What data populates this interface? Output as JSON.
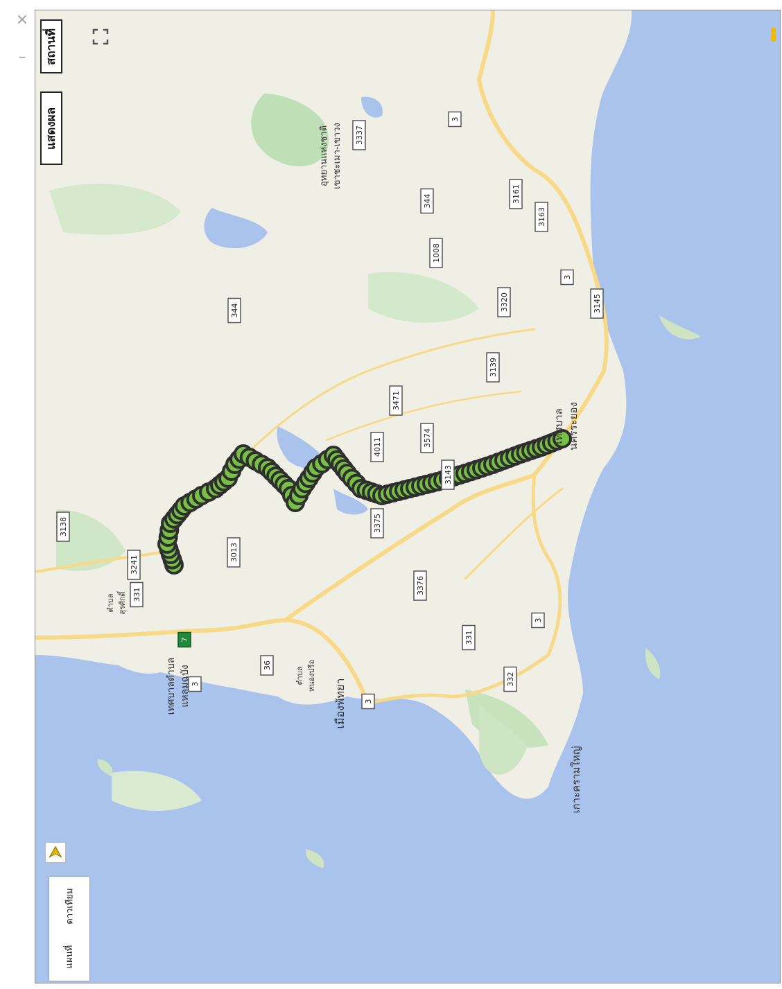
{
  "window": {
    "close_glyph": "×",
    "minimize_glyph": "–"
  },
  "controls": {
    "places_label": "สถานที่",
    "display_label": "แสดงผล",
    "map_type_options": [
      "แผนที่",
      "ดาวเทียม"
    ],
    "fullscreen_icon": "fullscreen-icon",
    "compass_icon": "compass-icon",
    "pegman_icon": "street-view-pegman-icon"
  },
  "place_labels": [
    "เทศบาลตำบล แหลมฉบัง",
    "ตำบล สุรศักดิ์",
    "ตำบล หนองปรือ",
    "เมืองพัทยา",
    "เกาะครามใหญ่",
    "เทศบาล นครระยอง",
    "อุทยานแห่งชาติ เขาชะเมา-เขาวง"
  ],
  "road_numbers": [
    "3",
    "36",
    "7",
    "3",
    "331",
    "3241",
    "3138",
    "3013",
    "344",
    "3376",
    "3375",
    "331",
    "332",
    "3",
    "3143",
    "4011",
    "3471",
    "3574",
    "3139",
    "3320",
    "1008",
    "344",
    "3337",
    "3",
    "3161",
    "3163",
    "3",
    "3145"
  ],
  "colors": {
    "water": "#a9c3ec",
    "land": "#f0efe6",
    "park": "#bfe0b6",
    "road": "#f7d987",
    "track_fill": "#76c043",
    "track_outline": "#2f2f2f"
  }
}
